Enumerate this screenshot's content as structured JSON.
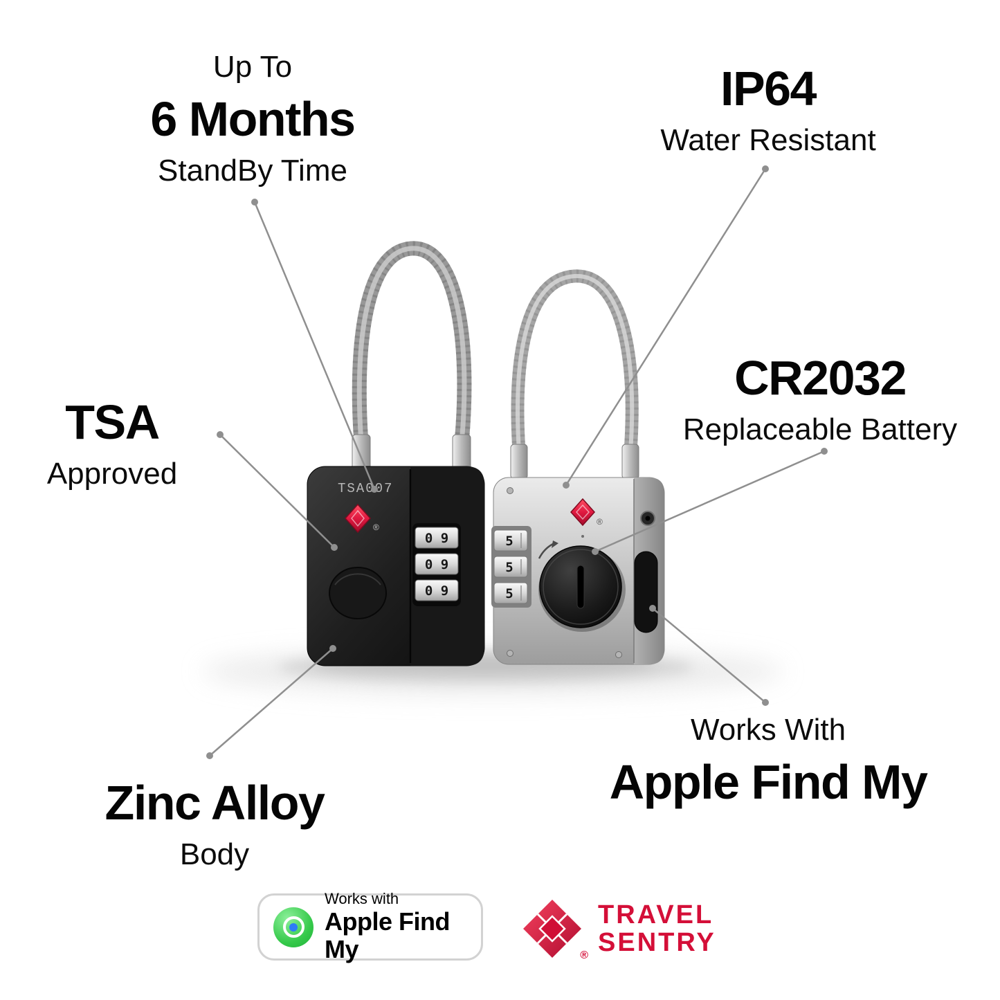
{
  "callouts": {
    "standby": {
      "small_top": "Up To",
      "big": "6 Months",
      "small_bottom": "StandBy Time"
    },
    "water": {
      "big": "IP64",
      "small": "Water Resistant"
    },
    "tsa": {
      "big": "TSA",
      "small": "Approved"
    },
    "battery": {
      "big": "CR2032",
      "small": "Replaceable Battery"
    },
    "body": {
      "big": "Zinc Alloy",
      "small": "Body"
    },
    "findmy": {
      "small": "Works With",
      "big": "Apple Find My"
    }
  },
  "product": {
    "black_lock": {
      "engraving": "TSA007",
      "dials": [
        "0 9",
        "0 9",
        "0 9"
      ],
      "reg_mark": "®"
    },
    "silver_lock": {
      "dials": [
        "5",
        "5",
        "5"
      ],
      "reg_mark": "®"
    }
  },
  "badges": {
    "apple_findmy": {
      "top": "Works with",
      "bottom": "Apple Find My"
    },
    "travel_sentry": {
      "word1": "TRAVEL",
      "word2": "SENTRY",
      "reg_mark": "®"
    }
  },
  "colors": {
    "accent_red": "#d40f38",
    "tsa_diamond_red": "#e01840",
    "text": "#0b0b0b",
    "annotation_gray": "#8f8f8f",
    "badge_border": "#d2d2d2",
    "findmy_green": "#35c94a",
    "findmy_blue": "#2e7cf7"
  }
}
